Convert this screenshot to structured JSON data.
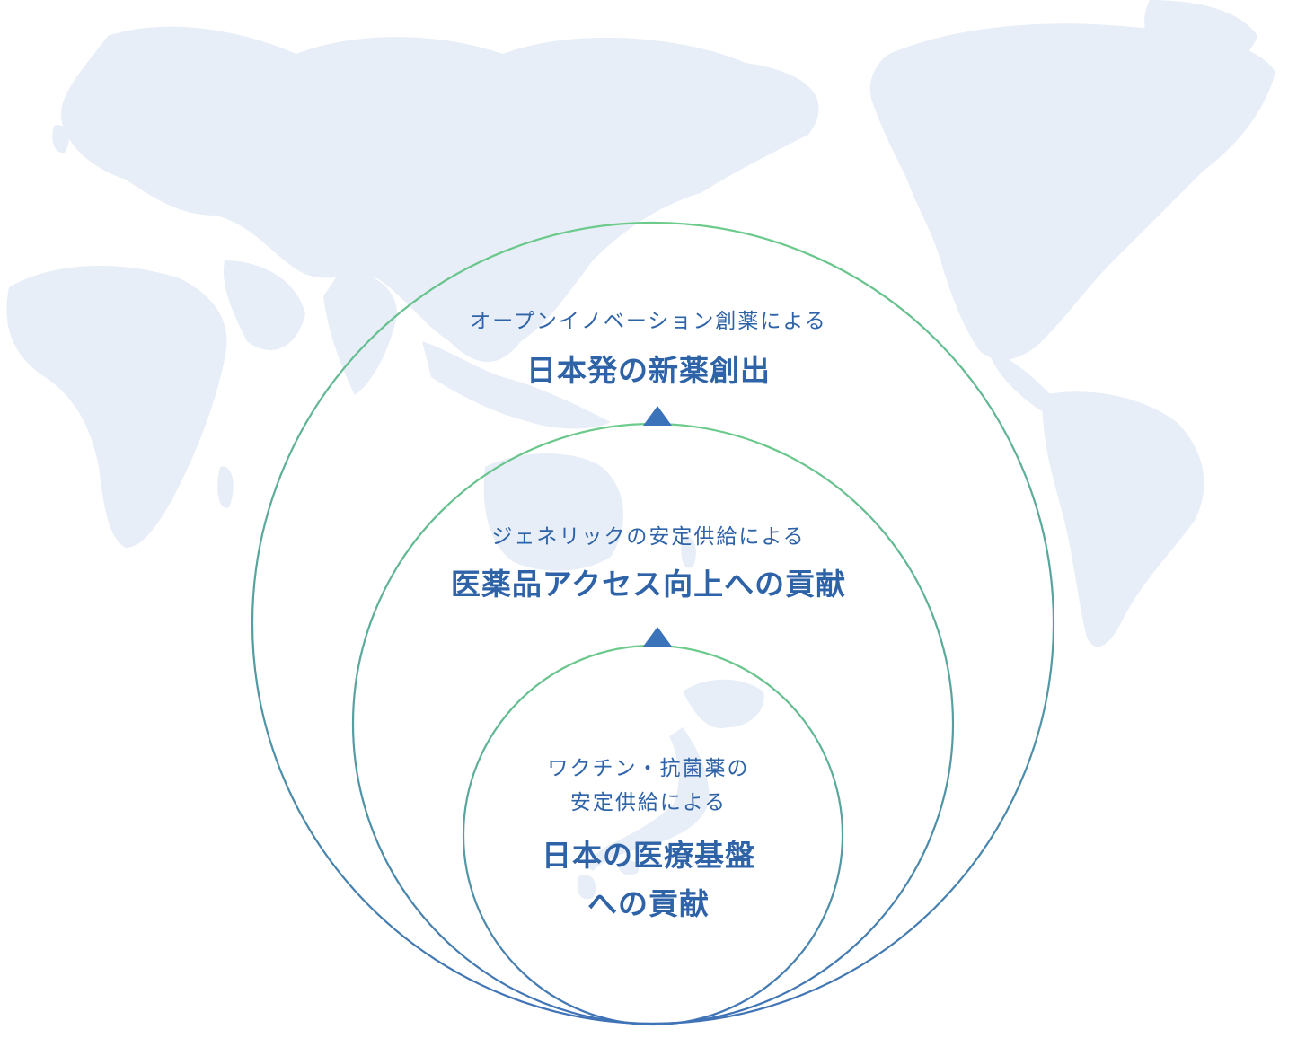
{
  "colors": {
    "map_fill": "#e8eef7",
    "ring_green": "#6ccb8a",
    "ring_blue": "#3f72b7",
    "arrow": "#3b73ba",
    "text": "#2f63a8"
  },
  "outer": {
    "subtitle": "オープンイノベーション創薬による",
    "title": "日本発の新薬創出"
  },
  "middle": {
    "subtitle": "ジェネリックの安定供給による",
    "title": "医薬品アクセス向上への貢献"
  },
  "inner": {
    "subtitle_line1": "ワクチン・抗菌薬の",
    "subtitle_line2": "安定供給による",
    "title_line1": "日本の医療基盤",
    "title_line2": "への貢献"
  }
}
